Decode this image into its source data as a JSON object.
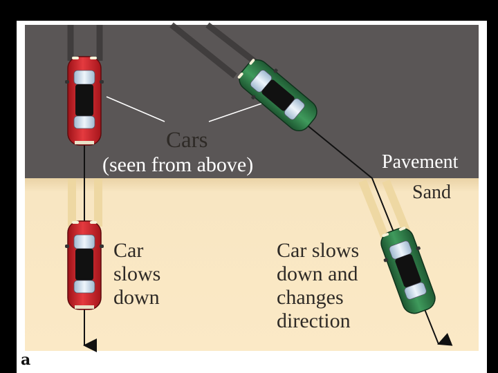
{
  "labels": {
    "cars_title": "Cars",
    "cars_subtitle": "(seen from above)",
    "pavement": "Pavement",
    "sand": "Sand",
    "car_slows_lines": [
      "Car",
      "slows",
      "down"
    ],
    "car_turns_lines": [
      "Car slows",
      "down and",
      "changes",
      "direction"
    ],
    "panel_letter": "a"
  },
  "colors": {
    "pavement": "#5a5656",
    "sand": "#f8e6c2",
    "red_car": "#d8232a",
    "green_car": "#2e7a45"
  }
}
